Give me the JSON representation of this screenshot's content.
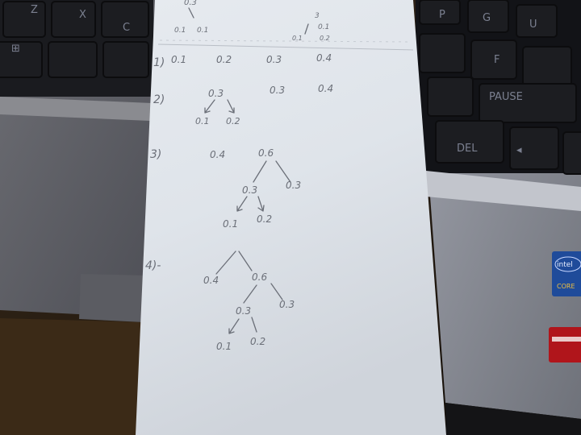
{
  "keyboard_left": {
    "keys": [
      "Z",
      "X",
      "C"
    ]
  },
  "keyboard_right": {
    "keys": [
      "P",
      "G",
      "U",
      "F",
      "PAUSE",
      "DEL"
    ]
  },
  "intel_badge": {
    "brand": "intel",
    "line": "CORE"
  },
  "paper": {
    "top_partial": {
      "left_root": "0.3",
      "left_leaf_a": "0.1",
      "left_leaf_b": "0.1",
      "right_node_a": "3",
      "right_node_b": "0.1",
      "right_leaf_a": "0.1",
      "right_leaf_b": "0.2"
    },
    "step1": {
      "label": "1)",
      "values": [
        "0.1",
        "0.2",
        "0.3",
        "0.4"
      ]
    },
    "step2": {
      "label": "2)",
      "root": "0.3",
      "leaf_left": "0.1",
      "leaf_right": "0.2",
      "others": [
        "0.3",
        "0.4"
      ]
    },
    "step3": {
      "label": "3)",
      "lone": "0.4",
      "root": "0.6",
      "left_child": "0.3",
      "right_child": "0.3",
      "leaf_left": "0.1",
      "leaf_right": "0.2"
    },
    "step4": {
      "label": "4)-",
      "top_left": "0.4",
      "top_right": "0.6",
      "mid_left": "0.3",
      "mid_right": "0.3",
      "leaf_left": "0.1",
      "leaf_right": "0.2"
    }
  }
}
